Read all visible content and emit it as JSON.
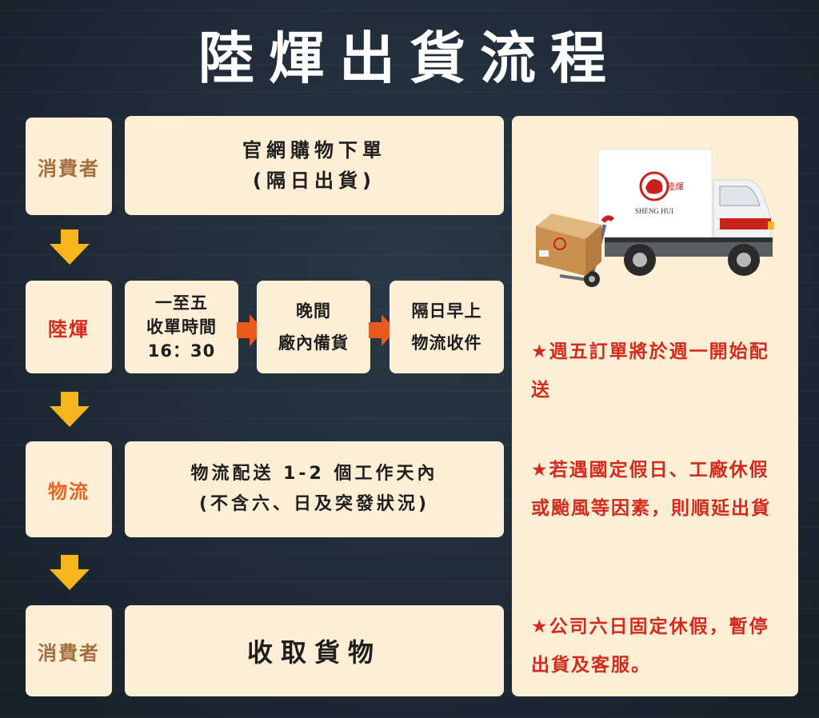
{
  "title": "陸煇出貨流程",
  "rows": {
    "row1": {
      "role": "消費者",
      "step_line1": "官網購物下單",
      "step_line2": "(隔日出貨)"
    },
    "row2": {
      "role": "陸煇",
      "sub1": {
        "line1": "一至五",
        "line2": "收單時間",
        "line3": "16：30"
      },
      "sub2": {
        "line1": "晚間",
        "line2": "廠內備貨"
      },
      "sub3": {
        "line1": "隔日早上",
        "line2": "物流收件"
      }
    },
    "row3": {
      "role": "物流",
      "step_line1": "物流配送 1-2 個工作天內",
      "step_line2": "(不含六、日及突發狀況)"
    },
    "row4": {
      "role": "消費者",
      "step": "收取貨物"
    }
  },
  "truck": {
    "brand_cn": "陸煇",
    "brand_en": "SHENG HUI"
  },
  "notes": [
    "★週五訂單將於週一開始配送",
    "★若遇國定假日、工廠休假或颱風等因素，則順延出貨",
    "★公司六日固定休假，暫停出貨及客服。"
  ],
  "colors": {
    "background": "#1f2d3a",
    "box": "#fdefd6",
    "down_arrow": "#f5b51c",
    "right_arrow": "#ea5a1c",
    "note_red": "#d42a1e"
  }
}
